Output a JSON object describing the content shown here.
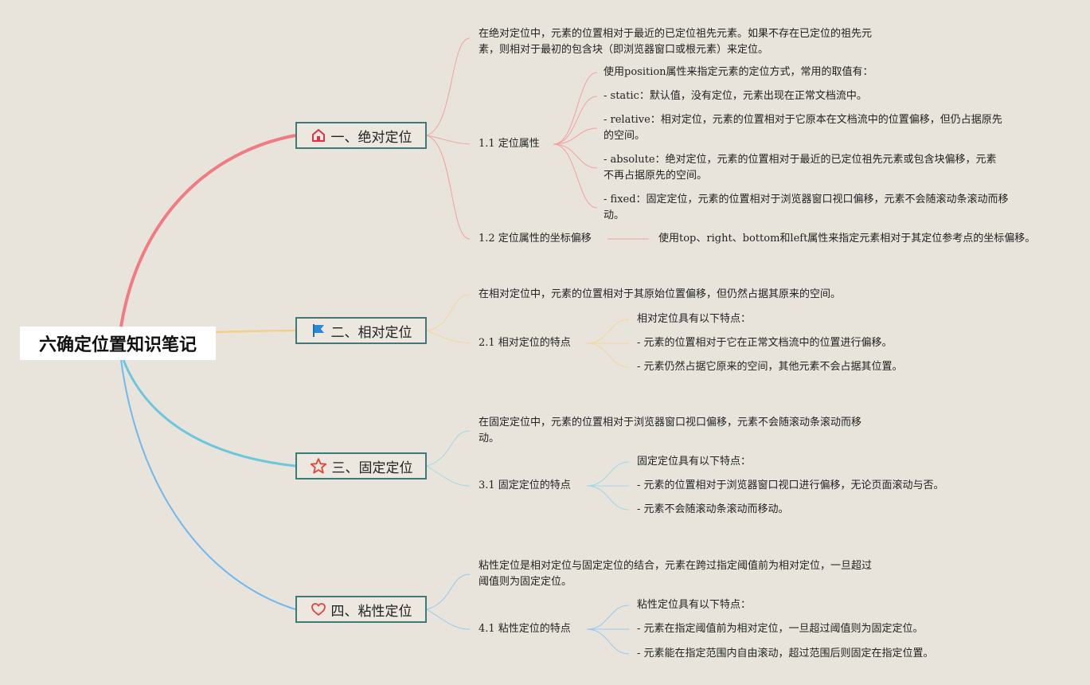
{
  "root": {
    "title": "六确定位置知识笔记"
  },
  "branches": [
    {
      "label": "一、绝对定位",
      "icon": "home-icon",
      "color": "#f07c82",
      "intro": "在绝对定位中，元素的位置相对于最近的已定位祖先元素。如果不存在已定位的祖先元素，则相对于最初的包含块（即浏览器窗口或根元素）来定位。",
      "subs": [
        {
          "label": "1.1 定位属性",
          "items": [
            "使用position属性来指定元素的定位方式，常用的取值有：",
            "- static：默认值，没有定位，元素出现在正常文档流中。",
            "- relative：相对定位，元素的位置相对于它原本在文档流中的位置偏移，但仍占据原先的空间。",
            "- absolute：绝对定位，元素的位置相对于最近的已定位祖先元素或包含块偏移，元素不再占据原先的空间。",
            "- fixed：固定定位，元素的位置相对于浏览器窗口视口偏移，元素不会随滚动条滚动而移动。"
          ]
        },
        {
          "label": "1.2 定位属性的坐标偏移",
          "items": [
            "使用top、right、bottom和left属性来指定元素相对于其定位参考点的坐标偏移。"
          ]
        }
      ]
    },
    {
      "label": "二、相对定位",
      "icon": "flag-icon",
      "color": "#f5cf8a",
      "intro": "在相对定位中，元素的位置相对于其原始位置偏移，但仍然占据其原来的空间。",
      "subs": [
        {
          "label": "2.1 相对定位的特点",
          "items": [
            "相对定位具有以下特点：",
            "- 元素的位置相对于它在正常文档流中的位置进行偏移。",
            "- 元素仍然占据它原来的空间，其他元素不会占据其位置。"
          ]
        }
      ]
    },
    {
      "label": "三、固定定位",
      "icon": "star-icon",
      "color": "#6cc6dc",
      "intro": "在固定定位中，元素的位置相对于浏览器窗口视口偏移，元素不会随滚动条滚动而移动。",
      "subs": [
        {
          "label": "3.1 固定定位的特点",
          "items": [
            "固定定位具有以下特点：",
            "- 元素的位置相对于浏览器窗口视口进行偏移，无论页面滚动与否。",
            "- 元素不会随滚动条滚动而移动。"
          ]
        }
      ]
    },
    {
      "label": "四、粘性定位",
      "icon": "heart-icon",
      "color": "#72b8ec",
      "intro": "粘性定位是相对定位与固定定位的结合，元素在跨过指定阈值前为相对定位，一旦超过阈值则为固定定位。",
      "subs": [
        {
          "label": "4.1 粘性定位的特点",
          "items": [
            "粘性定位具有以下特点：",
            "- 元素在指定阈值前为相对定位，一旦超过阈值则为固定定位。",
            "- 元素能在指定范围内自由滚动，超过范围后则固定在指定位置。"
          ]
        }
      ]
    }
  ]
}
